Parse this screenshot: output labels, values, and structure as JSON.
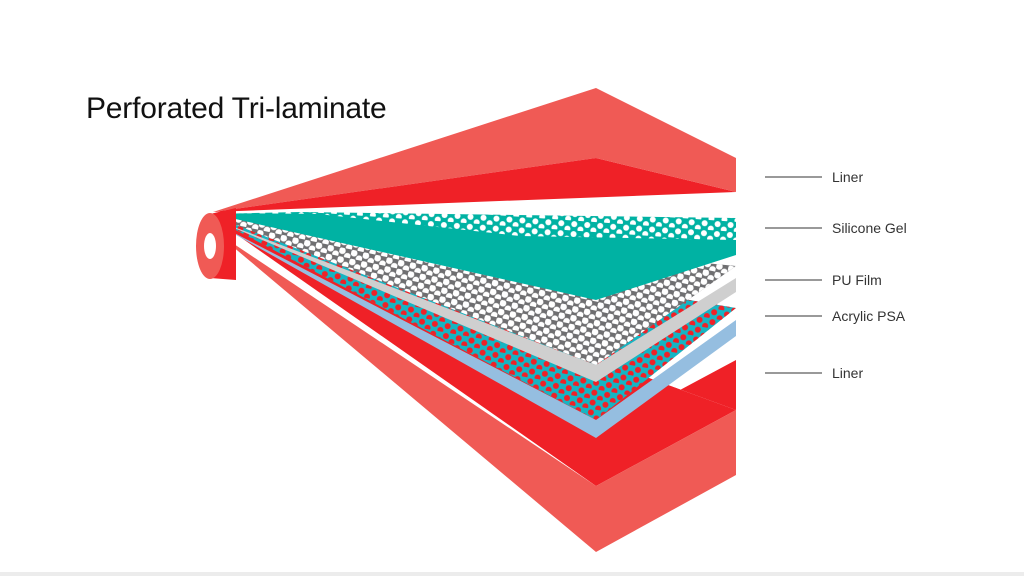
{
  "title": "Perforated Tri-laminate",
  "labels": [
    {
      "text": "Liner"
    },
    {
      "text": "Silicone Gel"
    },
    {
      "text": "PU Film"
    },
    {
      "text": "Acrylic PSA"
    },
    {
      "text": "Liner"
    }
  ],
  "colors": {
    "liner_red": "#ef2127",
    "liner_light_red": "#f05a55",
    "silicone_teal": "#00b2a3",
    "pu_film_gray": "#6f6f71",
    "pu_film_edge": "#cfcfcf",
    "acrylic_cyan": "#16b5c3",
    "acrylic_edge": "#95bee0",
    "perforation_white": "#ffffff",
    "perforation_red": "#ef2127",
    "leader_line": "#333333",
    "label_text": "#333333"
  }
}
